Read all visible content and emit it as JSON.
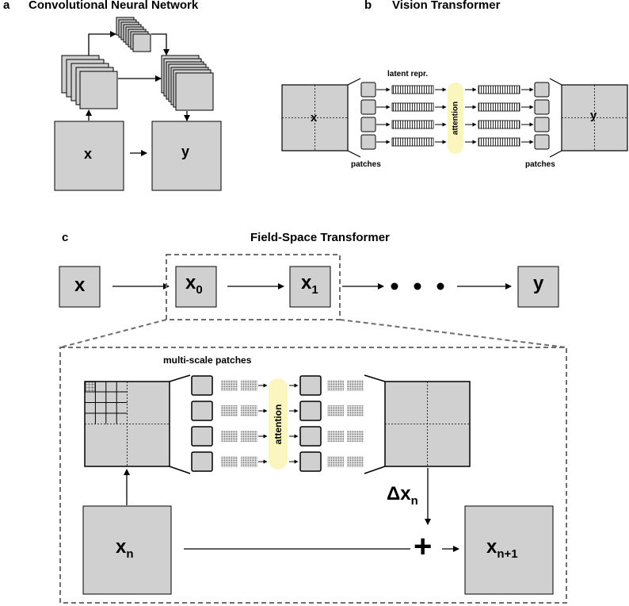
{
  "panels": {
    "a": {
      "letter": "a",
      "title": "Convolutional Neural Network",
      "input_label": "x",
      "output_label": "y"
    },
    "b": {
      "letter": "b",
      "title": "Vision Transformer",
      "input_label": "x",
      "output_label": "y",
      "latent_label": "latent repr.",
      "attention_label": "attention",
      "patches_left_label": "patches",
      "patches_right_label": "patches"
    },
    "c": {
      "letter": "c",
      "title": "Field-Space Transformer",
      "chain": {
        "x": "x",
        "x0_base": "x",
        "x0_sub": "0",
        "x1_base": "x",
        "x1_sub": "1",
        "ellipsis": "• • •",
        "y": "y"
      },
      "detail": {
        "multi_scale_label": "multi-scale patches",
        "attention_label": "attention",
        "xn_base": "x",
        "xn_sub": "n",
        "delta_base": "Δx",
        "delta_sub": "n",
        "xn1_base": "x",
        "xn1_sub": "n+1",
        "plus_symbol": "+"
      }
    }
  },
  "colors": {
    "box_fill": "#d0d0d0",
    "attention_fill": "#fbf6c0",
    "stroke": "#000000",
    "dashed": "#6e6e6e"
  }
}
